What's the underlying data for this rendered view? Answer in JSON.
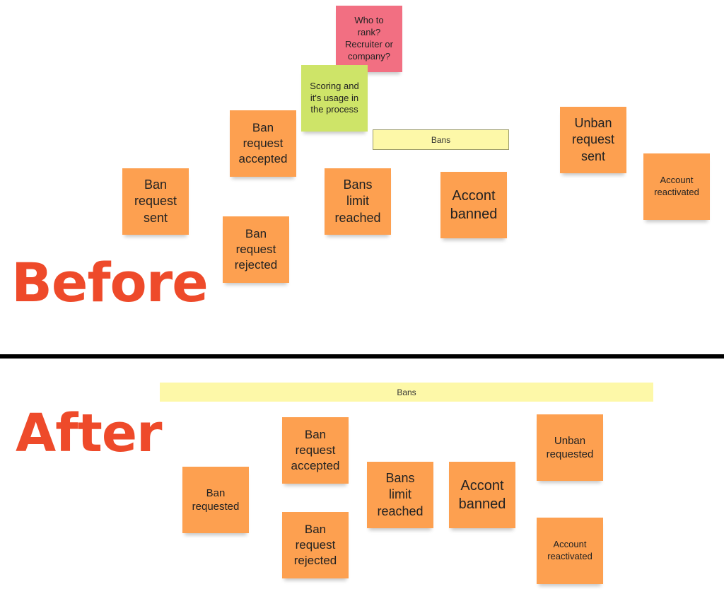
{
  "colors": {
    "orange_note": "#fda050",
    "pink_note": "#f26f82",
    "green_note": "#cee468",
    "yellow_band": "#fdf8a8",
    "label_red": "#ee4a2a",
    "divider": "#000000"
  },
  "before": {
    "label": "Before",
    "band": "Bans",
    "notes": {
      "who_to_rank": "Who to\nrank?\nRecruiter or\ncompany?",
      "scoring": "Scoring and\nit's usage in\nthe process",
      "ban_request_accepted": "Ban\nrequest\naccepted",
      "ban_request_sent": "Ban\nrequest\nsent",
      "ban_request_rejected": "Ban\nrequest\nrejected",
      "bans_limit_reached": "Bans\nlimit\nreached",
      "accont_banned": "Accont\nbanned",
      "unban_request_sent": "Unban\nrequest\nsent",
      "account_reactivated": "Account\nreactivated"
    }
  },
  "after": {
    "label": "After",
    "band": "Bans",
    "notes": {
      "ban_requested": "Ban\nrequested",
      "ban_request_accepted": "Ban\nrequest\naccepted",
      "ban_request_rejected": "Ban\nrequest\nrejected",
      "bans_limit_reached": "Bans\nlimit\nreached",
      "accont_banned": "Accont\nbanned",
      "unban_requested": "Unban\nrequested",
      "account_reactivated": "Account\nreactivated"
    }
  }
}
